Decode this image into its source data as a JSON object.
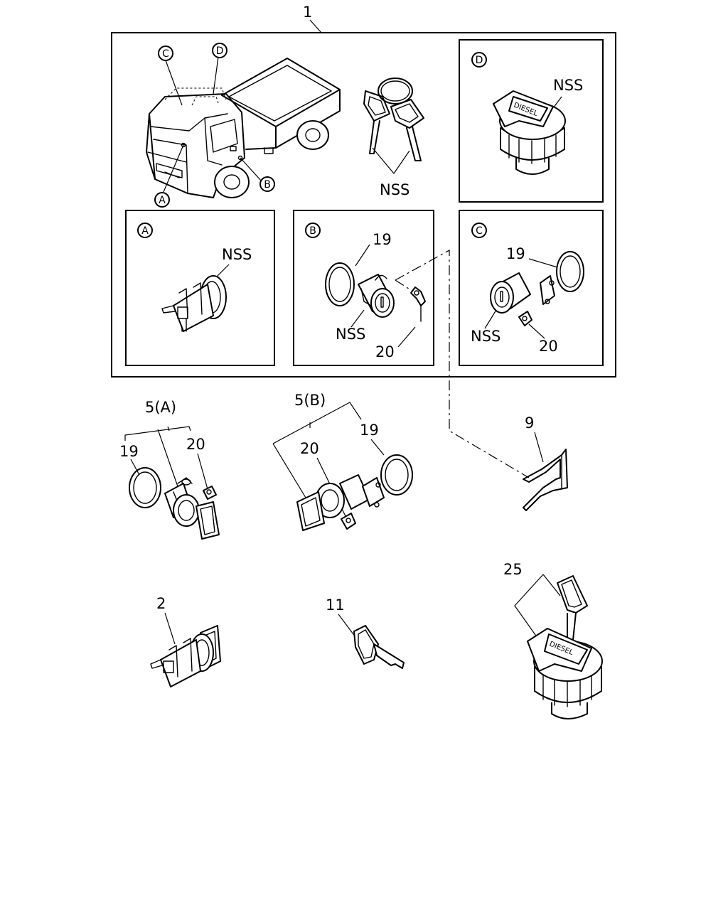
{
  "callouts": {
    "kit": "1",
    "lock_a": "5(A)",
    "lock_b": "5(B)",
    "gasket_a": "19",
    "clip_a": "20",
    "gasket_b": "19",
    "clip_b": "20",
    "bracket": "9",
    "cylinder": "2",
    "key": "11",
    "fuel_cap": "25"
  },
  "truck_markers": {
    "a": "A",
    "b": "B",
    "c": "C",
    "d": "D"
  },
  "key_set": {
    "nss": "NSS"
  },
  "detail_d": {
    "marker": "D",
    "nss": "NSS",
    "cap_text": "DIESEL"
  },
  "detail_a": {
    "marker": "A",
    "nss": "NSS"
  },
  "detail_b": {
    "marker": "B",
    "gasket": "19",
    "nss": "NSS",
    "clip": "20"
  },
  "detail_c": {
    "marker": "C",
    "gasket": "19",
    "nss": "NSS",
    "clip": "20"
  },
  "fuel_cap_text": "DIESEL"
}
